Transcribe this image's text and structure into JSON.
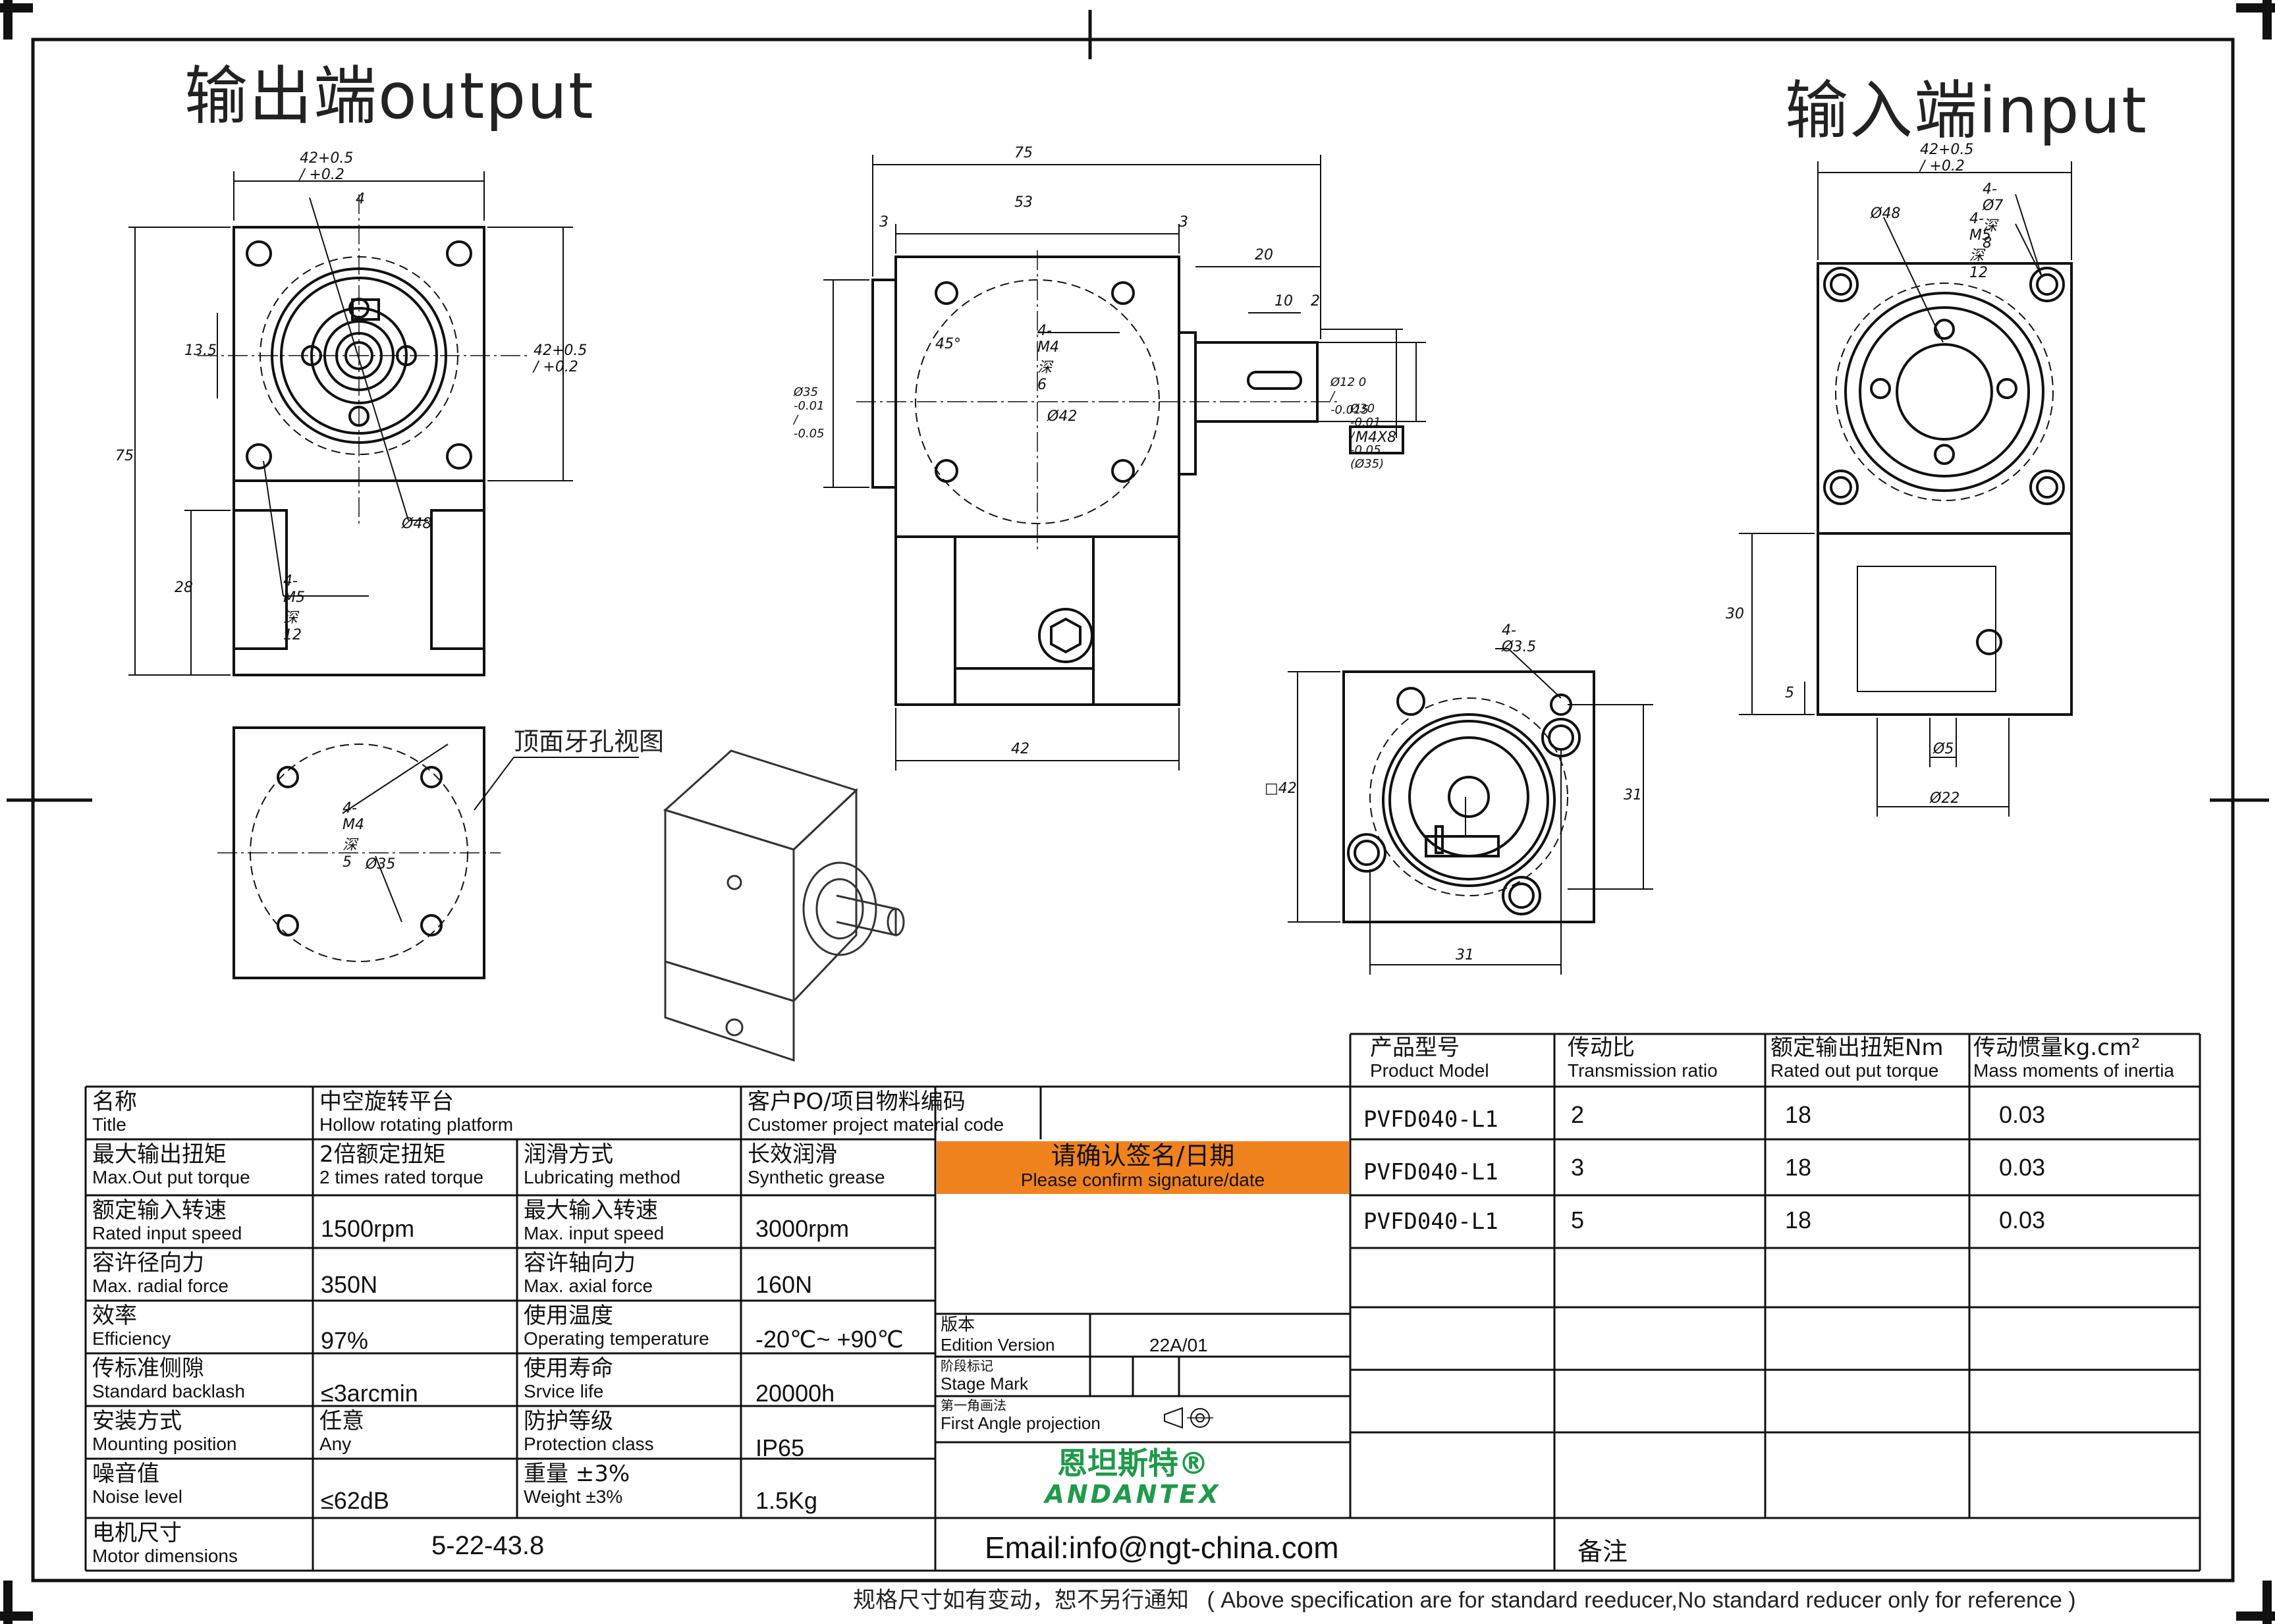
{
  "headings": {
    "output": "输出端output",
    "input": "输入端input"
  },
  "drawing_labels": {
    "top_hole_view": "顶面牙孔视图",
    "dims": {
      "d42_out": "42+0.5 / +0.2",
      "d4": "4",
      "d13_5": "13.5",
      "d75_v": "75",
      "d28": "28",
      "m5_12": "4-M5深12",
      "phi48_out": "Ø48",
      "d42_right": "42+0.5 / +0.2",
      "d75_top": "75",
      "d53": "53",
      "d3a": "3",
      "d3b": "3",
      "d20": "20",
      "d10": "10",
      "d2": "2",
      "m4_6": "4-M4深6",
      "ang45": "45°",
      "phi42": "Ø42",
      "phi35": "Ø35 -0.01 / -0.05",
      "phi12": "Ø12 0 / -0.015",
      "phi30": "Ø30 -0.01 / -0.05 (Ø35)",
      "m4x8": "M4X8",
      "d42_bottom": "42",
      "m4_5": "4-M4深5",
      "phi35_top": "Ø35",
      "phi3_5": "4-Ø3.5",
      "sq42": "□42",
      "d31_v": "31",
      "d31_h": "31",
      "d42_in": "42+0.5 / +0.2",
      "phi7_8": "4-Ø7深8",
      "m5_12_in": "4-M5深12",
      "phi48_in": "Ø48",
      "d30": "30",
      "d5": "5",
      "phi5": "Ø5",
      "phi22": "Ø22"
    }
  },
  "spec_table": {
    "title": {
      "zh": "名称",
      "en": "Title",
      "value_zh": "中空旋转平台",
      "value_en": "Hollow rotating platform"
    },
    "customer": {
      "zh": "客户PO/项目物料编码",
      "en": "Customer project material code"
    },
    "rows": [
      {
        "l_zh": "最大输出扭矩",
        "l_en": "Max.Out put torque",
        "l_val_zh": "2倍额定扭矩",
        "l_val_en": "2 times rated torque",
        "r_zh": "润滑方式",
        "r_en": "Lubricating method",
        "r_val_zh": "长效润滑",
        "r_val_en": "Synthetic grease"
      },
      {
        "l_zh": "额定输入转速",
        "l_en": "Rated input speed",
        "l_val": "1500rpm",
        "r_zh": "最大输入转速",
        "r_en": "Max. input speed",
        "r_val": "3000rpm"
      },
      {
        "l_zh": "容许径向力",
        "l_en": "Max. radial force",
        "l_val": "350N",
        "r_zh": "容许轴向力",
        "r_en": "Max. axial force",
        "r_val": "160N"
      },
      {
        "l_zh": "效率",
        "l_en": "Efficiency",
        "l_val": "97%",
        "r_zh": "使用温度",
        "r_en": "Operating temperature",
        "r_val": "-20℃~ +90℃"
      },
      {
        "l_zh": "传标准侧隙",
        "l_en": "Standard backlash",
        "l_val": "≤3arcmin",
        "r_zh": "使用寿命",
        "r_en": "Srvice life",
        "r_val": "20000h"
      },
      {
        "l_zh": "安装方式",
        "l_en": "Mounting position",
        "l_val_zh": "任意",
        "l_val_en": "Any",
        "r_zh": "防护等级",
        "r_en": "Protection class",
        "r_val": "IP65"
      },
      {
        "l_zh": "噪音值",
        "l_en": "Noise level",
        "l_val": "≤62dB",
        "r_zh": "重量 ±3%",
        "r_en": "Weight ±3%",
        "r_val": "1.5Kg"
      }
    ],
    "motor": {
      "zh": "电机尺寸",
      "en": "Motor dimensions",
      "value": "5-22-43.8"
    }
  },
  "confirm": {
    "zh": "请确认签名/日期",
    "en": "Please confirm signature/date",
    "color": "#f0821e"
  },
  "edition": {
    "version_zh": "版本",
    "version_en": "Edition Version",
    "version_val": "22A/01",
    "stage_zh": "阶段标记",
    "stage_en": "Stage Mark",
    "proj_zh": "第一角画法",
    "proj_en": "First Angle projection"
  },
  "brand": {
    "zh": "恩坦斯特®",
    "en": "ANDANTEX",
    "color": "#1f9a4a"
  },
  "email": "Email:info@ngt-china.com",
  "remark": "备注",
  "model_table": {
    "headers": [
      {
        "zh": "产品型号",
        "en": "Product Model"
      },
      {
        "zh": "传动比",
        "en": "Transmission ratio"
      },
      {
        "zh": "额定输出扭矩Nm",
        "en": "Rated out put torque"
      },
      {
        "zh": "传动惯量kg.cm²",
        "en": "Mass moments of inertia"
      }
    ],
    "rows": [
      [
        "PVFD040-L1",
        "2",
        "18",
        "0.03"
      ],
      [
        "PVFD040-L1",
        "3",
        "18",
        "0.03"
      ],
      [
        "PVFD040-L1",
        "5",
        "18",
        "0.03"
      ]
    ]
  },
  "footer": {
    "zh": "规格尺寸如有变动，恕不另行通知",
    "en": "( Above specification are for standard reeducer,No standard reducer only for reference )"
  }
}
